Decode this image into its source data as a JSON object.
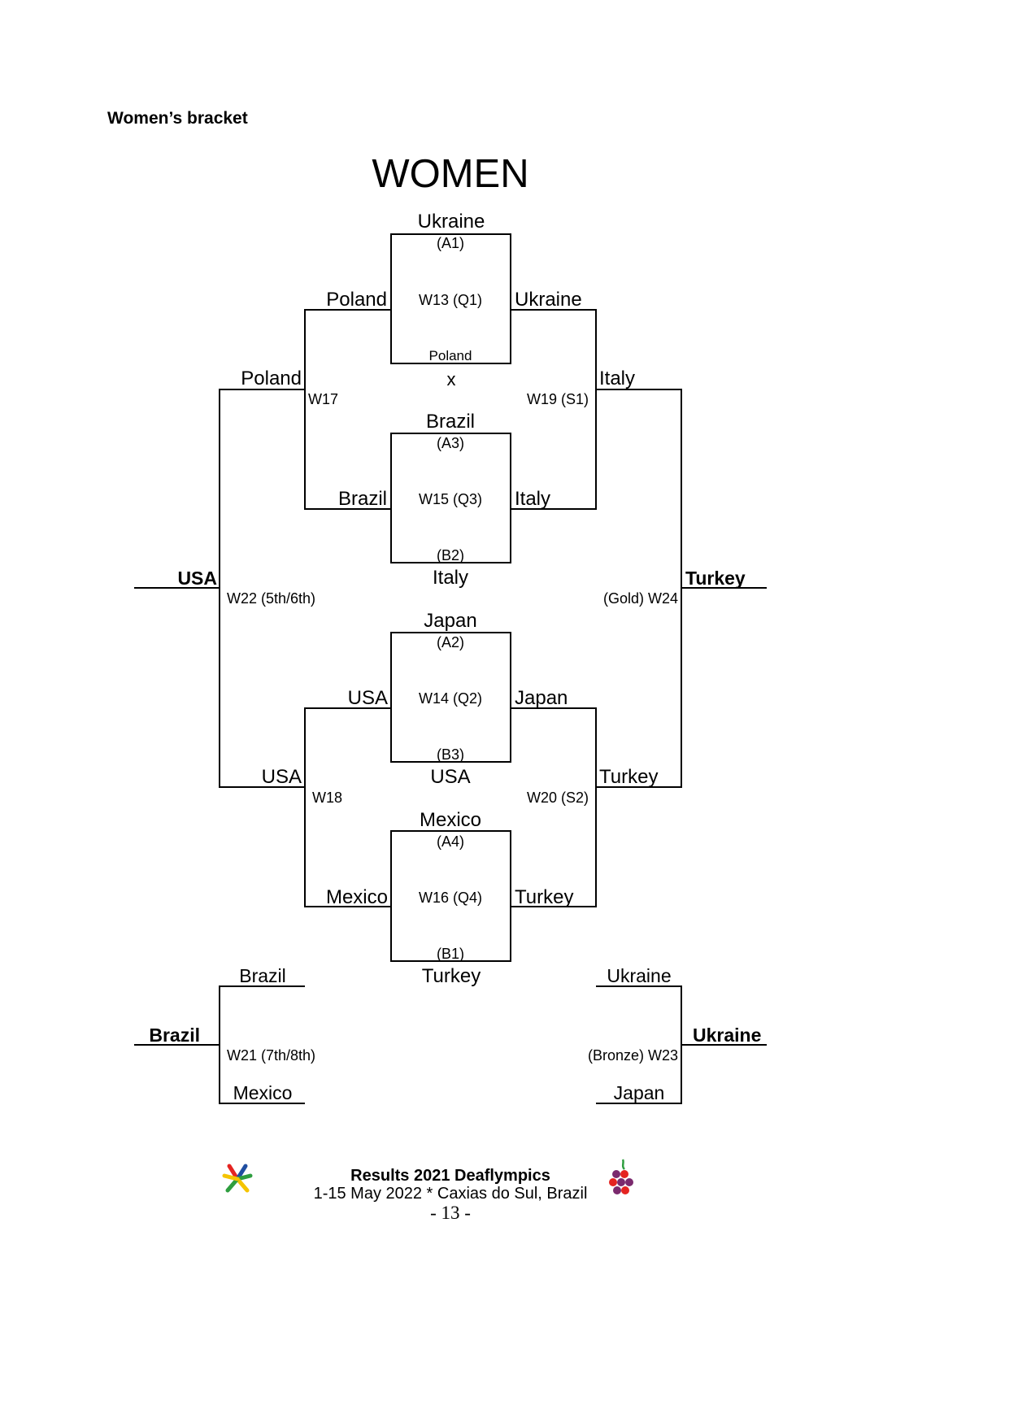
{
  "section_heading": "Women’s bracket",
  "bracket_title": "WOMEN",
  "quarterfinals": [
    {
      "game": "W13 (Q1)",
      "top_seed": "(A1)",
      "top_team": "Ukraine",
      "bottom_seed": "",
      "bottom_team": "Poland",
      "left_team": "Poland",
      "right_team": "Ukraine"
    },
    {
      "game": "W15 (Q3)",
      "top_seed": "(A3)",
      "top_team": "Brazil",
      "bottom_seed": "(B2)",
      "bottom_team": "Italy",
      "left_team": "Brazil",
      "right_team": "Italy"
    },
    {
      "game": "W14 (Q2)",
      "top_seed": "(A2)",
      "top_team": "Japan",
      "bottom_seed": "(B3)",
      "bottom_team": "USA",
      "left_team": "USA",
      "right_team": "Japan"
    },
    {
      "game": "W16 (Q4)",
      "top_seed": "(A4)",
      "top_team": "Mexico",
      "bottom_seed": "(B1)",
      "bottom_team": "Turkey",
      "left_team": "Mexico",
      "right_team": "Turkey"
    }
  ],
  "separator": "x",
  "left_semis": [
    {
      "game": "W17",
      "winner": "Poland"
    },
    {
      "game": "W18",
      "winner": "USA"
    }
  ],
  "right_semis": [
    {
      "game": "W19 (S1)",
      "winner": "Italy"
    },
    {
      "game": "W20 (S2)",
      "winner": "Turkey"
    }
  ],
  "fifth_place": {
    "game": "W22 (5th/6th)",
    "winner": "USA"
  },
  "gold": {
    "game": "(Gold) W24",
    "winner": "Turkey"
  },
  "seventh_place": {
    "game": "W21 (7th/8th)",
    "top_team": "Brazil",
    "bottom_team": "Mexico",
    "winner": "Brazil"
  },
  "bronze": {
    "game": "(Bronze) W23",
    "top_team": "Ukraine",
    "bottom_team": "Japan",
    "winner": "Ukraine"
  },
  "footer": {
    "title": "Results 2021 Deaflympics",
    "subtitle": "1-15 May 2022 * Caxias do Sul, Brazil",
    "page": "- 13 -"
  },
  "colors": {
    "line": "#000000",
    "logo_red": "#e52421",
    "logo_green": "#2e9e3f",
    "logo_blue": "#1f4ea1",
    "logo_yellow": "#f5c400",
    "logo_purple": "#7b2a6e"
  }
}
